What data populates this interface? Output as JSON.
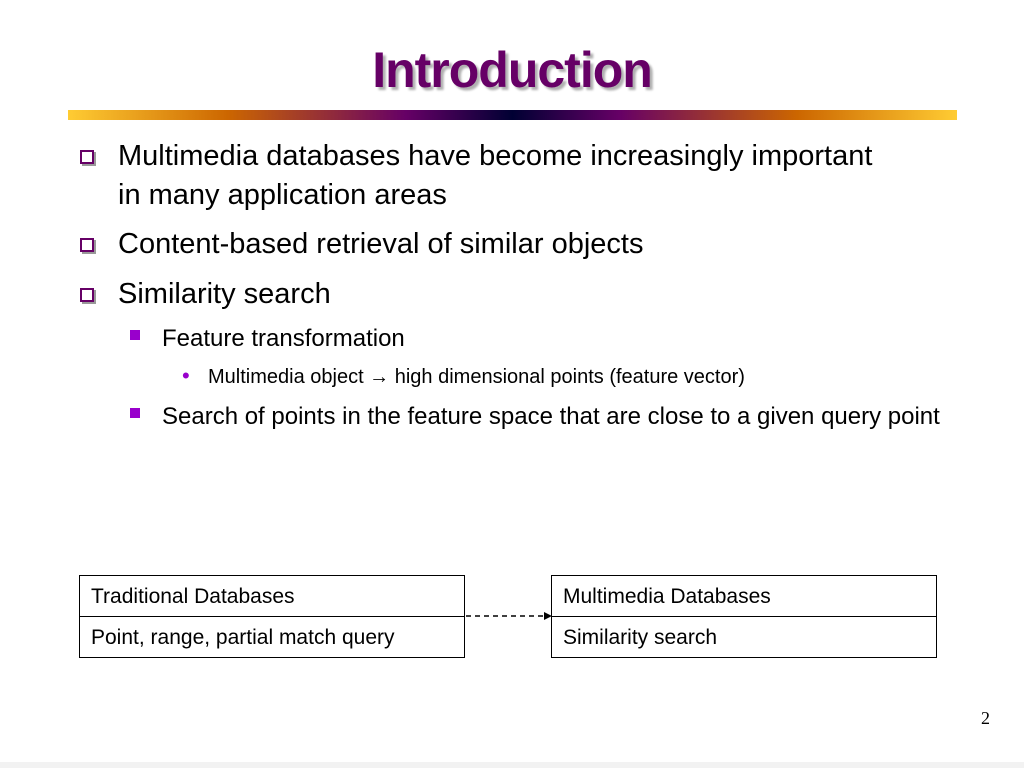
{
  "slide": {
    "title": "Introduction",
    "bullets": [
      {
        "text": "Multimedia databases have become increasingly important in many application areas"
      },
      {
        "text": "Content-based retrieval of similar objects"
      },
      {
        "text": "Similarity search"
      }
    ],
    "sub_bullets": [
      {
        "text": "Feature transformation"
      },
      {
        "text": "Search of points in the feature space that are close to a given query point"
      }
    ],
    "sub_sub_bullets": [
      {
        "text": "Multimedia object → high dimensional points (feature vector)"
      }
    ],
    "tables": {
      "left": {
        "header": "Traditional Databases",
        "body": "Point, range, partial match query"
      },
      "right": {
        "header": "Multimedia Databases",
        "body": "Similarity search"
      }
    },
    "page_number": "2"
  },
  "colors": {
    "title": "#660066",
    "bullet_box": "#660066",
    "sub_bullet": "#9900cc"
  },
  "icons": {
    "level1_marker": "hollow-square-bullet-icon",
    "level2_marker": "filled-square-bullet-icon",
    "level3_marker": "dot-bullet-icon",
    "connector": "dashed-arrow-icon"
  }
}
